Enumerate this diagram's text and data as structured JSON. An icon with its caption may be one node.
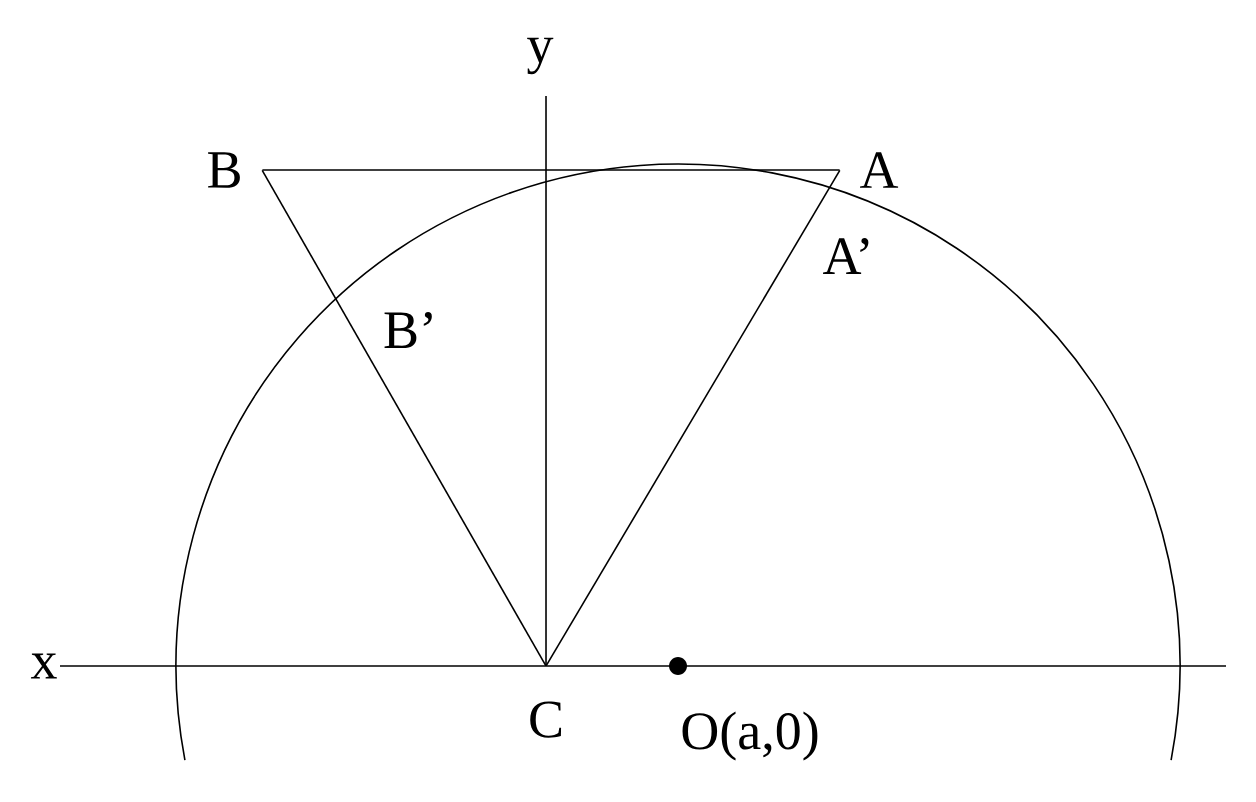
{
  "diagram": {
    "nodes": [
      {
        "text": [
          "A"
        ]
      },
      {
        "text": [
          "B"
        ]
      },
      {
        "text": [
          "C"
        ]
      }
    ],
    "edges": [
      {
        "from": 1,
        "to": 0,
        "arrow": "none"
      },
      {
        "from": 2,
        "to": 1,
        "arrow": "none"
      },
      {
        "from": 2,
        "to": 0,
        "arrow": "none"
      }
    ],
    "labels": [
      "y",
      "A’",
      "B’",
      "x",
      "O(a,0)"
    ]
  }
}
